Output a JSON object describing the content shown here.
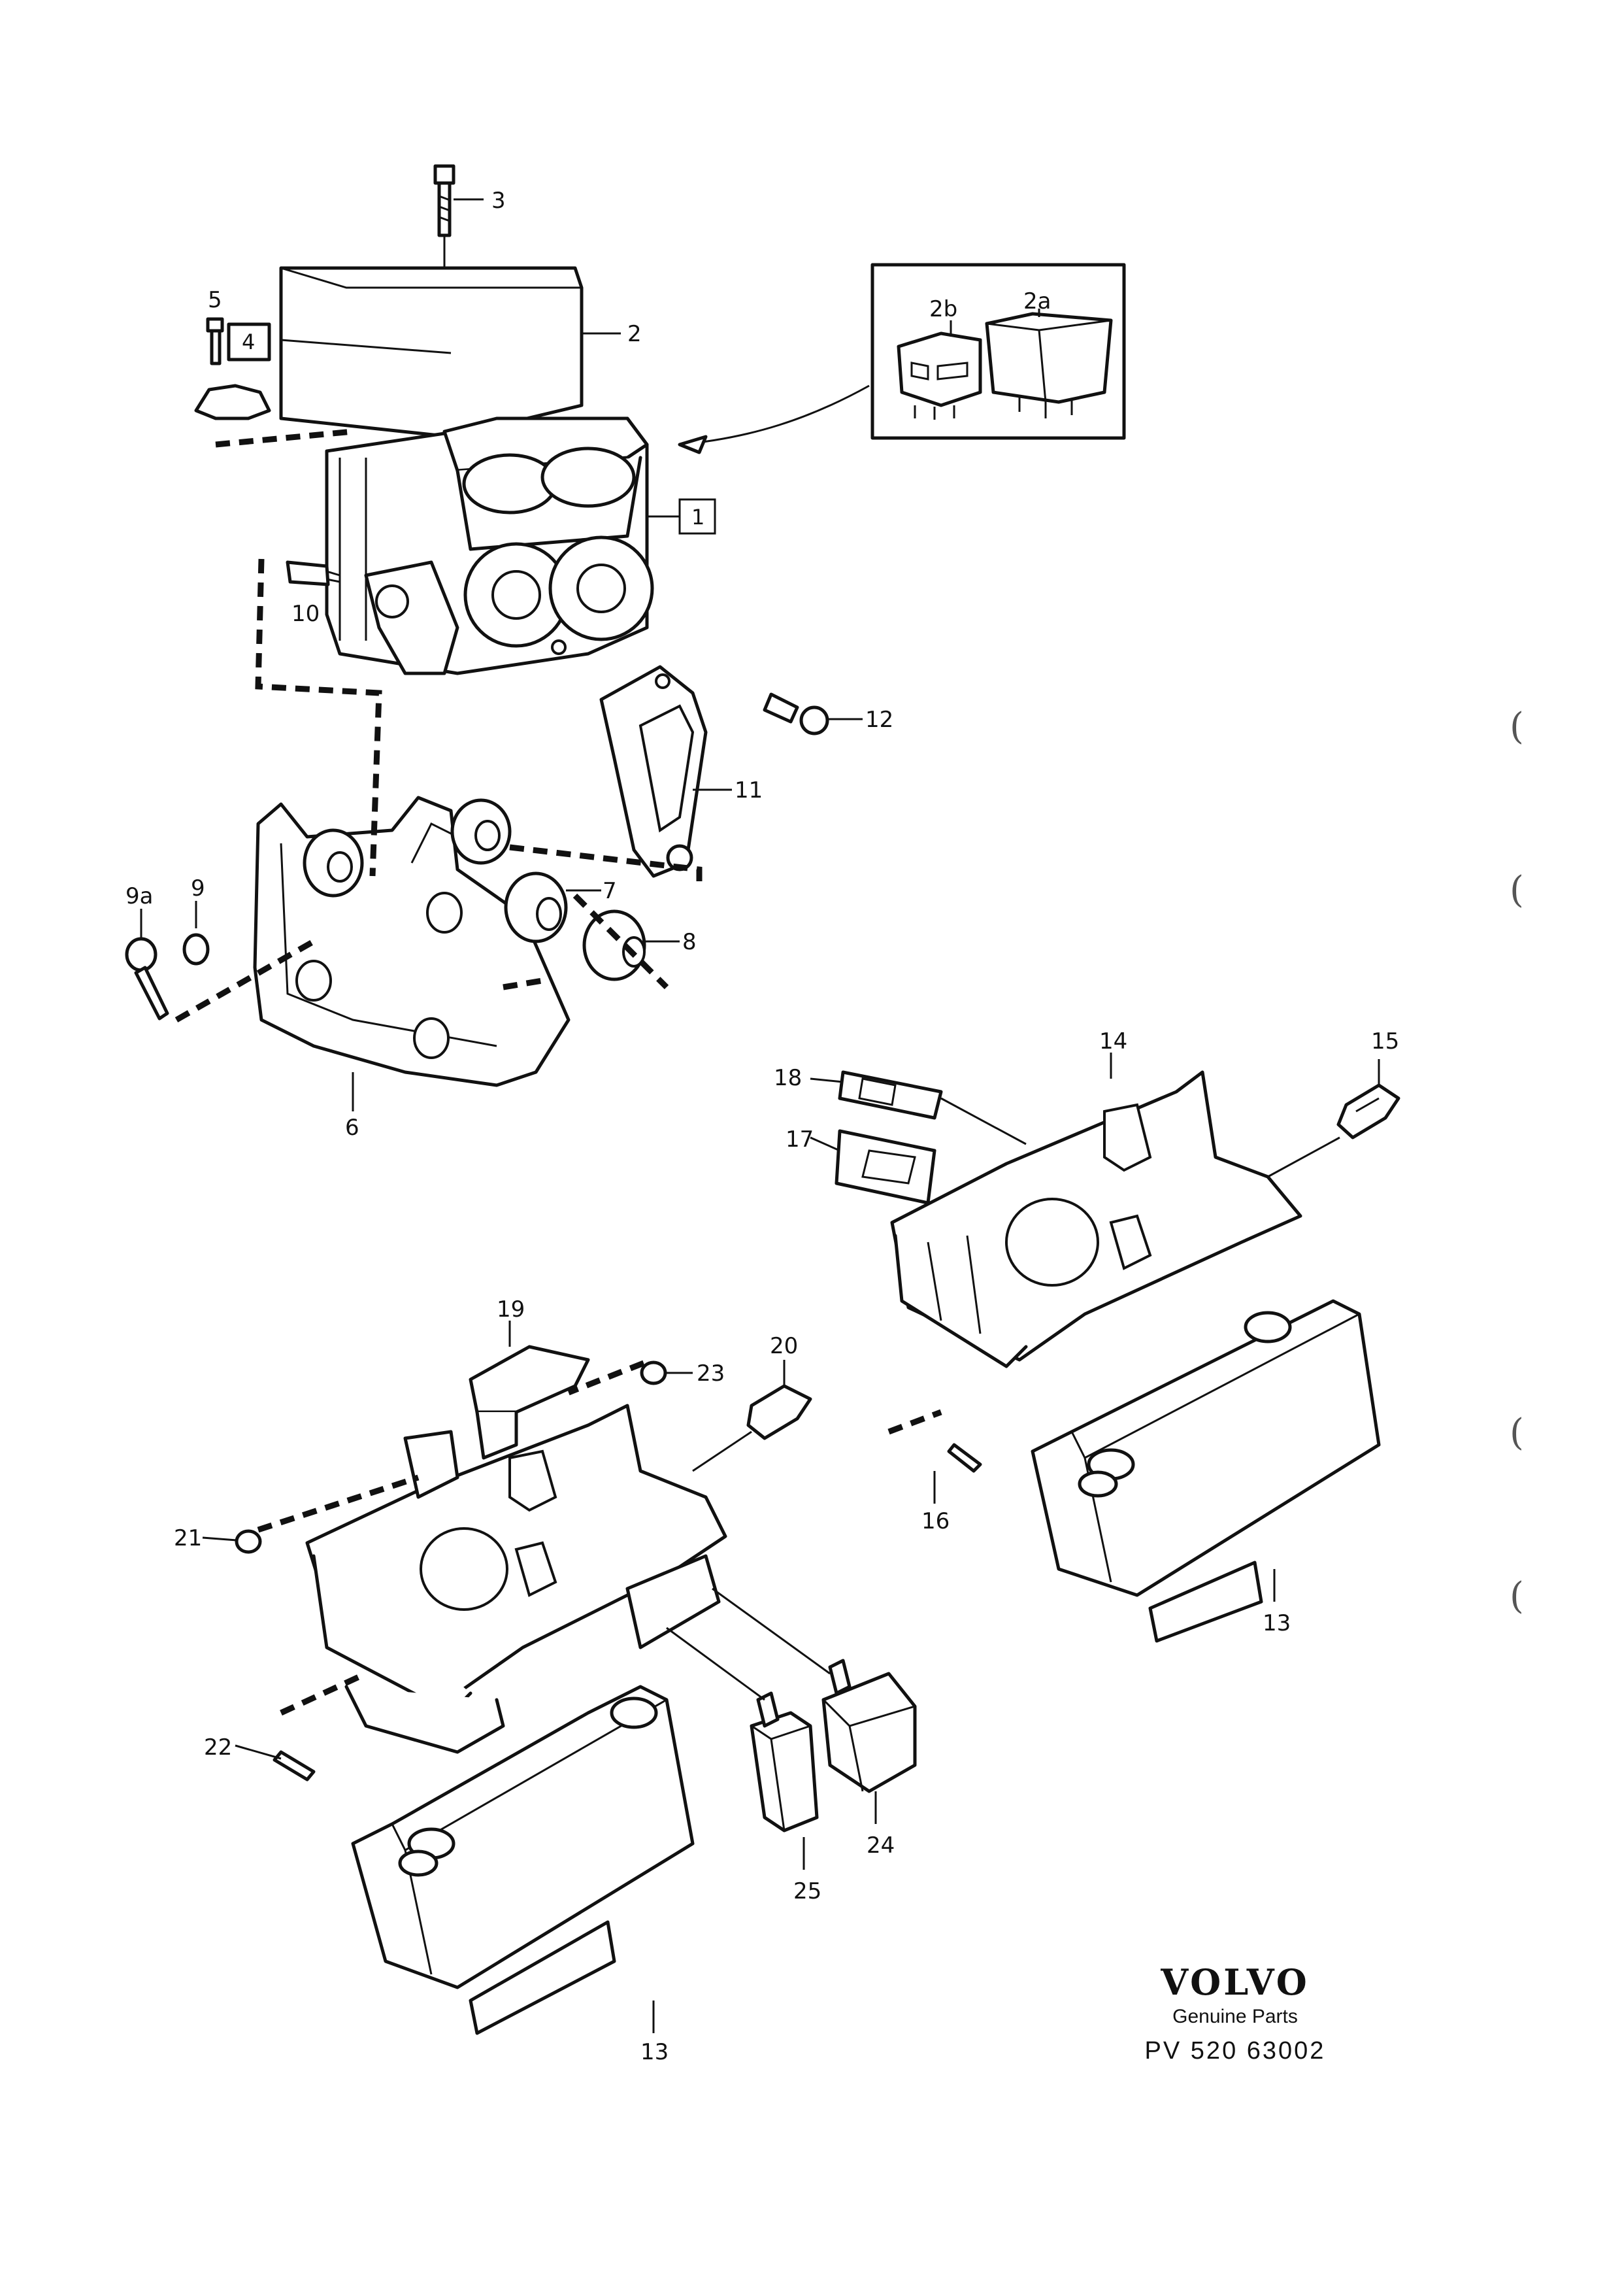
{
  "callouts": {
    "c1": "1",
    "c2": "2",
    "c2a": "2a",
    "c2b": "2b",
    "c3": "3",
    "c4": "4",
    "c5": "5",
    "c6": "6",
    "c7": "7",
    "c8": "8",
    "c9": "9",
    "c9a": "9a",
    "c10": "10",
    "c11": "11",
    "c12": "12",
    "c13a": "13",
    "c13b": "13",
    "c14": "14",
    "c15": "15",
    "c16": "16",
    "c17": "17",
    "c18": "18",
    "c19": "19",
    "c20": "20",
    "c21": "21",
    "c22": "22",
    "c23": "23",
    "c24": "24",
    "c25": "25"
  },
  "margin_marks": [
    "(",
    "(",
    "(",
    "("
  ],
  "brand": {
    "logo": "VOLVO",
    "tagline": "Genuine Parts",
    "code": "PV  520  63002"
  }
}
